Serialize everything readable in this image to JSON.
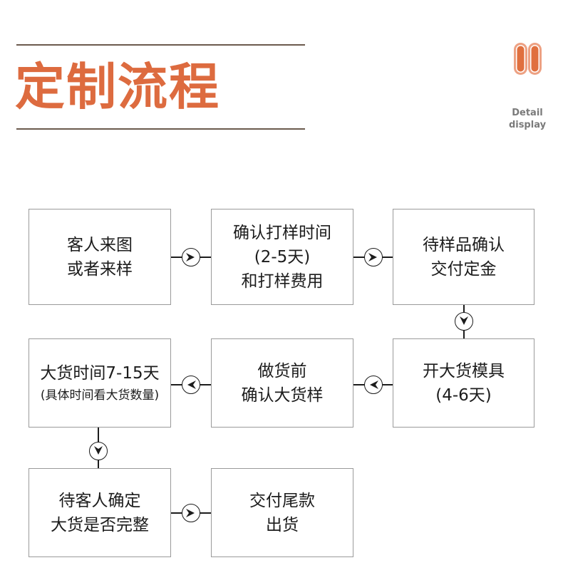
{
  "header": {
    "title": "定制流程",
    "title_color": "#dd6b3f",
    "rule_color": "#6b5a4e",
    "badge": {
      "icon": "two-vertical-pills",
      "pill_color": "#e0703f",
      "line1": "Detail",
      "line2": "display",
      "text_color": "#7a7a7a"
    }
  },
  "flow": {
    "border_color": "#9a9a9a",
    "line_color": "#1c1c1c",
    "nodes": [
      {
        "id": "n1",
        "lines": [
          "客人来图",
          "或者来样"
        ]
      },
      {
        "id": "n2",
        "lines": [
          "确认打样时间",
          "(2-5天)",
          "和打样费用"
        ]
      },
      {
        "id": "n3",
        "lines": [
          "待样品确认",
          "交付定金"
        ]
      },
      {
        "id": "n4",
        "lines": [
          "大货时间7-15天",
          "(具体时间看大货数量)"
        ]
      },
      {
        "id": "n5",
        "lines": [
          "做货前",
          "确认大货样"
        ]
      },
      {
        "id": "n6",
        "lines": [
          "开大货模具",
          "(4-6天)"
        ]
      },
      {
        "id": "n7",
        "lines": [
          "待客人确定",
          "大货是否完整"
        ]
      },
      {
        "id": "n8",
        "lines": [
          "交付尾款",
          "出货"
        ]
      }
    ],
    "connectors": [
      {
        "from": "n1",
        "to": "n2",
        "direction": "right"
      },
      {
        "from": "n2",
        "to": "n3",
        "direction": "right"
      },
      {
        "from": "n3",
        "to": "n6",
        "direction": "down"
      },
      {
        "from": "n6",
        "to": "n5",
        "direction": "left"
      },
      {
        "from": "n5",
        "to": "n4",
        "direction": "left"
      },
      {
        "from": "n4",
        "to": "n7",
        "direction": "down"
      },
      {
        "from": "n7",
        "to": "n8",
        "direction": "right"
      }
    ]
  }
}
